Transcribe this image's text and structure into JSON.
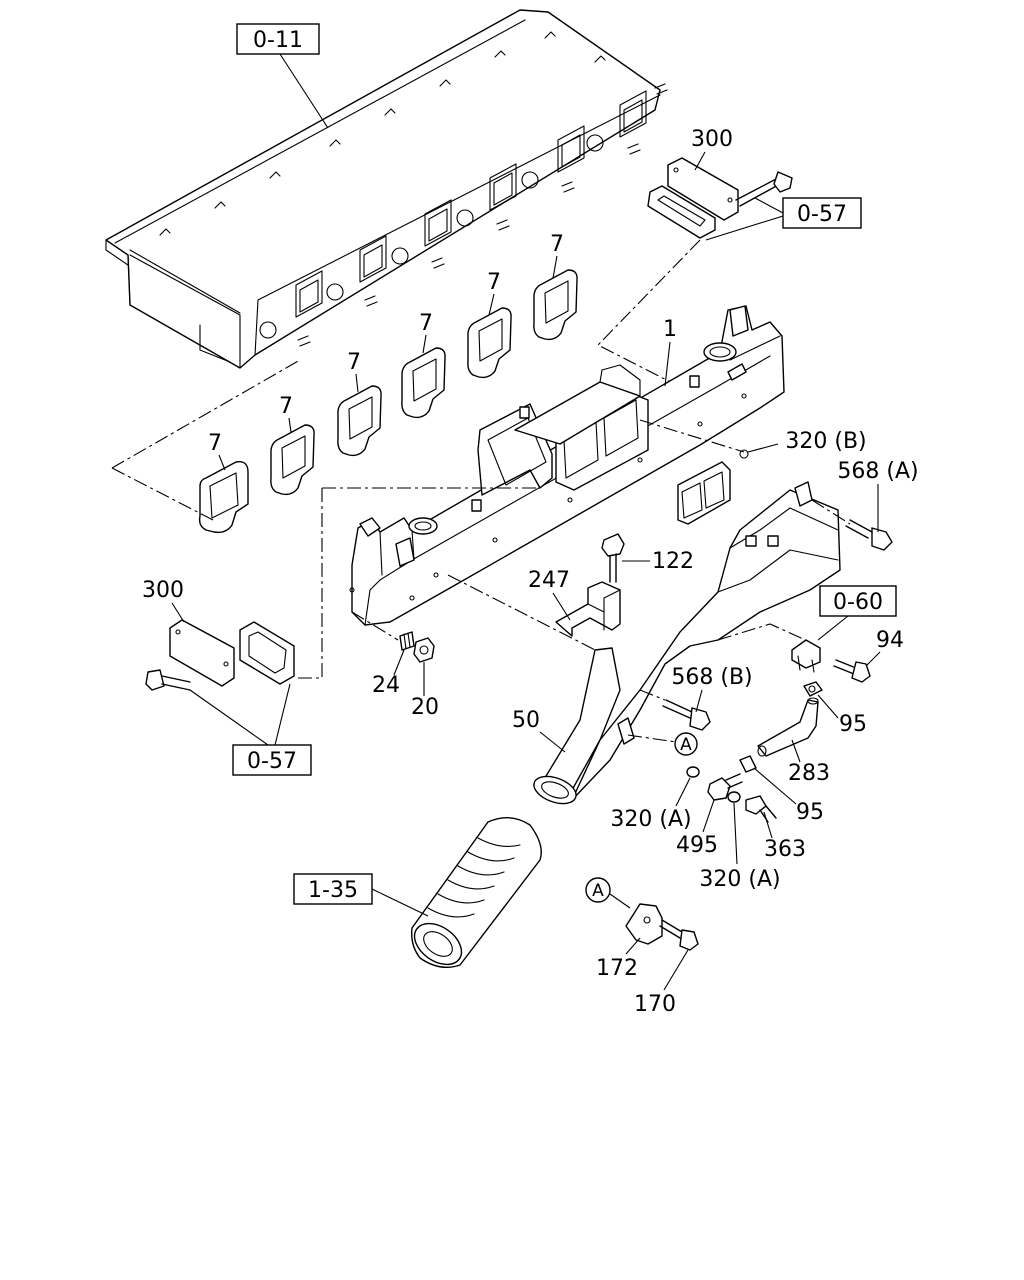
{
  "reference_boxes": {
    "head": "0-11",
    "cover_top": "0-57",
    "cover_left": "0-57",
    "sensor": "0-60",
    "hose": "1-35"
  },
  "callouts": {
    "manifold": "1",
    "gasket_1": "7",
    "gasket_2": "7",
    "gasket_3": "7",
    "gasket_4": "7",
    "gasket_5": "7",
    "gasket_6": "7",
    "cover_plate_top": "300",
    "cover_plate_left": "300",
    "stud": "24",
    "nut": "20",
    "bolt_122": "122",
    "bracket": "247",
    "washer_320b": "320 (B)",
    "bolt_568a": "568 (A)",
    "bolt_568b": "568 (B)",
    "pipe": "50",
    "bolt_94": "94",
    "clip_95_upper": "95",
    "clip_95_lower": "95",
    "hose_283": "283",
    "washer_320a_left": "320 (A)",
    "fitting_495": "495",
    "washer_320a_bottom": "320 (A)",
    "bolt_363": "363",
    "bracket_172": "172",
    "bolt_170": "170"
  },
  "markers": {
    "a_pipe": "A",
    "a_detail": "A"
  }
}
